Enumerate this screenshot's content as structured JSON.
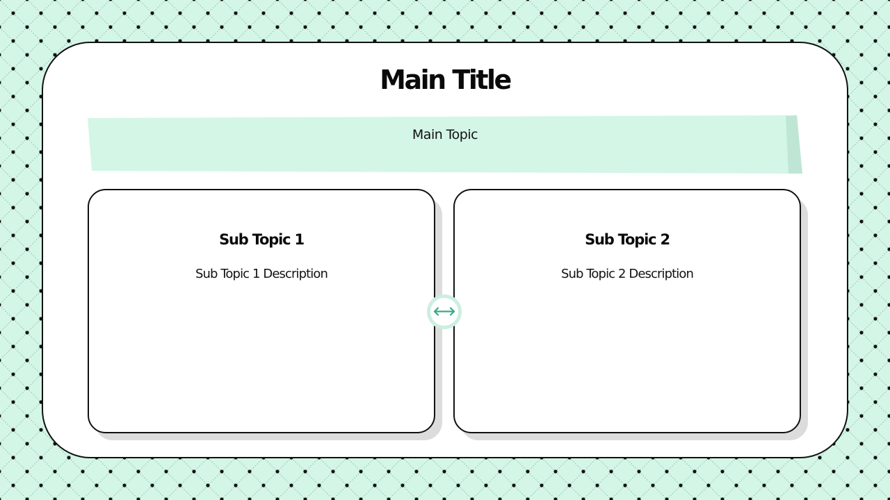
{
  "slide": {
    "title": "Main Title",
    "main_topic": "Main Topic"
  },
  "sub_topics": [
    {
      "title": "Sub Topic 1",
      "description": "Sub Topic 1 Description"
    },
    {
      "title": "Sub Topic 2",
      "description": "Sub Topic 2 Description"
    }
  ],
  "connector": {
    "icon": "double-arrow-horizontal-icon"
  },
  "colors": {
    "background": "#d3f6e7",
    "band": "#d3f6e7",
    "band_edge": "#bfe6d4",
    "accent": "#3aa887",
    "outline": "#111111"
  }
}
